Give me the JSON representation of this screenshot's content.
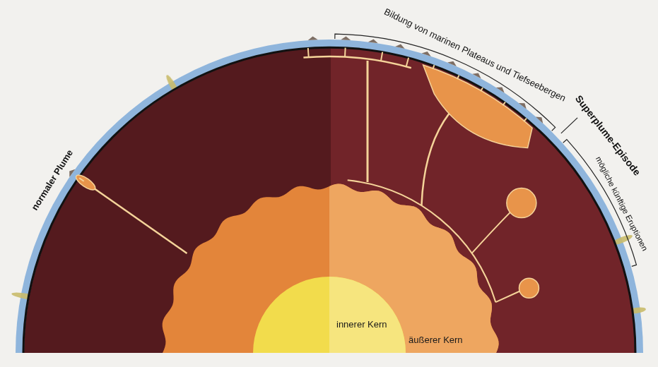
{
  "diagram": {
    "nodes": [
      {
        "text": [
          "äußerer Kern"
        ]
      },
      {
        "text": [
          "innerer Kern"
        ],
        "in": 0
      }
    ],
    "labels": [
      "Bildung von marinen Plateaus und Tiefseebergen",
      "Superplume-Episode",
      "mögliche künftige Eruptionen",
      "normaler Plume"
    ]
  }
}
